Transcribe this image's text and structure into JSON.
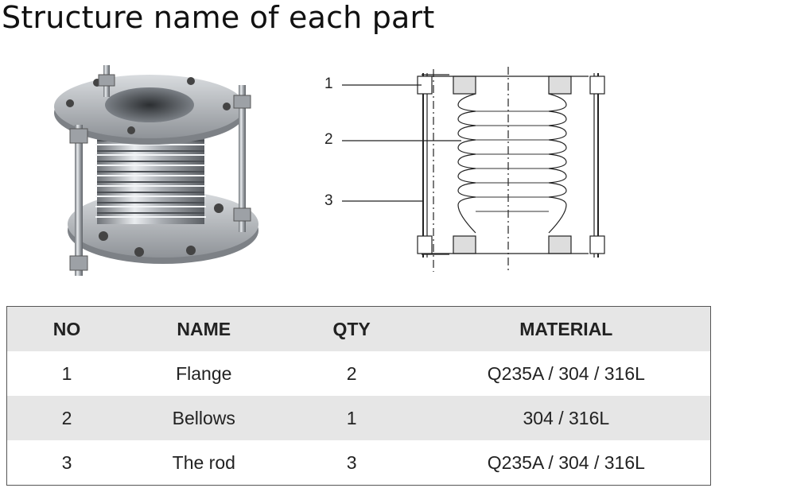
{
  "title": "Structure name of each part",
  "diagram": {
    "callouts": [
      "1",
      "2",
      "3"
    ]
  },
  "table": {
    "headers": [
      "NO",
      "NAME",
      "QTY",
      "MATERIAL"
    ],
    "rows": [
      [
        "1",
        "Flange",
        "2",
        "Q235A / 304 / 316L"
      ],
      [
        "2",
        "Bellows",
        "1",
        "304 / 316L"
      ],
      [
        "3",
        "The rod",
        "3",
        "Q235A / 304 / 316L"
      ]
    ]
  }
}
